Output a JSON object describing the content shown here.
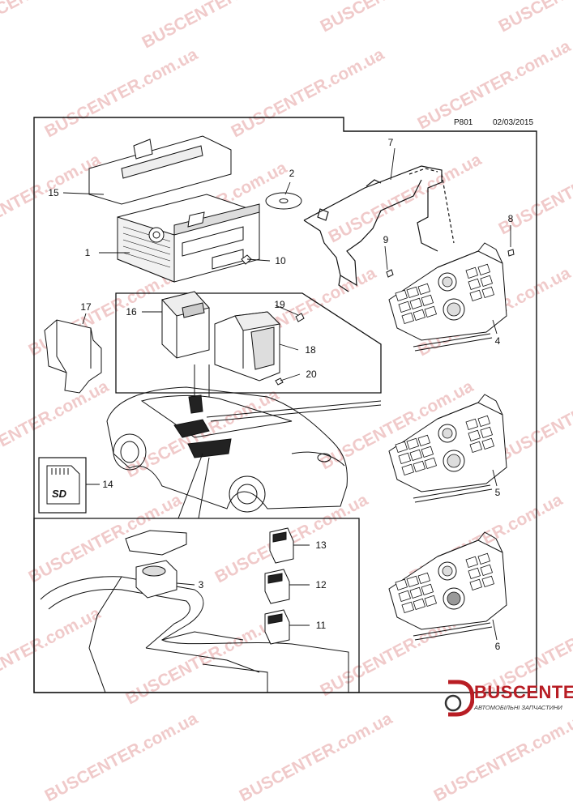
{
  "header": {
    "page_code": "P801",
    "date": "02/03/2015"
  },
  "watermark": {
    "text": "BUSCENTER.com.ua",
    "color": "#d9534f"
  },
  "logo": {
    "name": "BUSCENTER",
    "subtitle": "АВТОМОБІЛЬНІ ЗАПЧАСТИНИ",
    "accent": "#b81d24"
  },
  "callouts": {
    "c1": "1",
    "c2": "2",
    "c3": "3",
    "c4": "4",
    "c5": "5",
    "c6": "6",
    "c7": "7",
    "c8": "8",
    "c9": "9",
    "c10": "10",
    "c11": "11",
    "c12": "12",
    "c13": "13",
    "c14": "14",
    "c15": "15",
    "c16": "16",
    "c17": "17",
    "c18": "18",
    "c19": "19",
    "c20": "20"
  }
}
